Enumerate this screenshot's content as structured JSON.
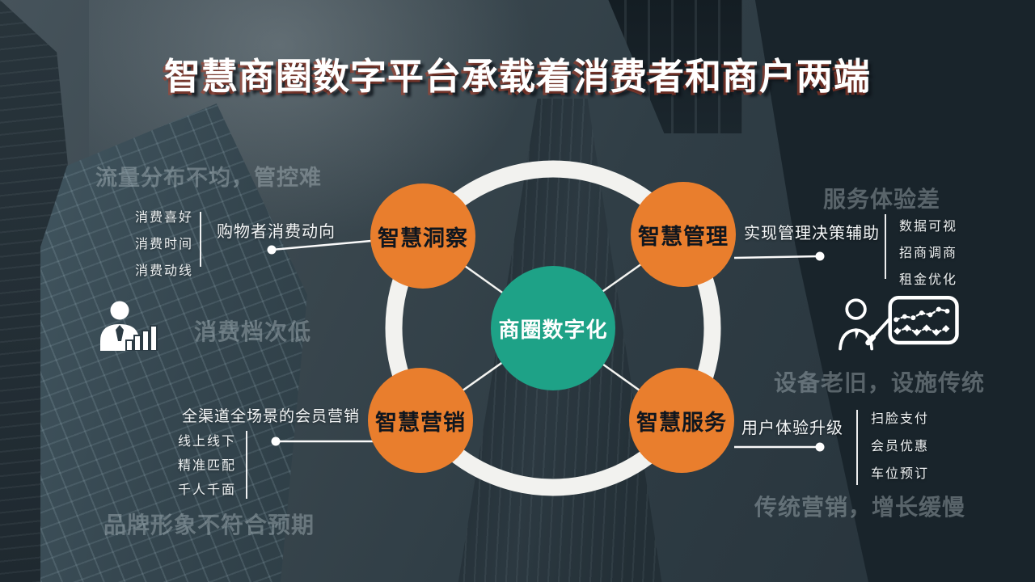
{
  "slide": {
    "title": "智慧商圈数字平台承载着消费者和商户两端"
  },
  "center": {
    "label": "商圈数字化"
  },
  "nodes": [
    {
      "label": "智慧洞察",
      "desc": "购物者消费动向",
      "items": [
        "消费喜好",
        "消费时间",
        "消费动线"
      ]
    },
    {
      "label": "智慧管理",
      "desc": "实现管理决策辅助",
      "items": [
        "数据可视",
        "招商调商",
        "租金优化"
      ]
    },
    {
      "label": "智慧营销",
      "desc": "全渠道全场景的会员营销",
      "items": [
        "线上线下",
        "精准匹配",
        "千人千面"
      ]
    },
    {
      "label": "智慧服务",
      "desc": "用户体验升级",
      "items": [
        "扫脸支付",
        "会员优惠",
        "车位预订"
      ]
    }
  ],
  "pain_points": [
    {
      "text": "流量分布不均，管控难"
    },
    {
      "text": "消费档次低"
    },
    {
      "text": "品牌形象不符合预期"
    },
    {
      "text": "服务体验差"
    },
    {
      "text": "设备老旧，设施传统"
    },
    {
      "text": "传统营销，增长缓慢"
    }
  ],
  "icons": [
    {
      "name": "person-bar-chart-icon"
    },
    {
      "name": "presenter-line-chart-icon"
    }
  ],
  "colors": {
    "node_orange": "#E97E2D",
    "center_teal": "#1EA287",
    "ring_white": "#F2F2EF",
    "background": "#2E3C45",
    "node_text": "#10161E",
    "watermark": "#AEB8BD"
  }
}
